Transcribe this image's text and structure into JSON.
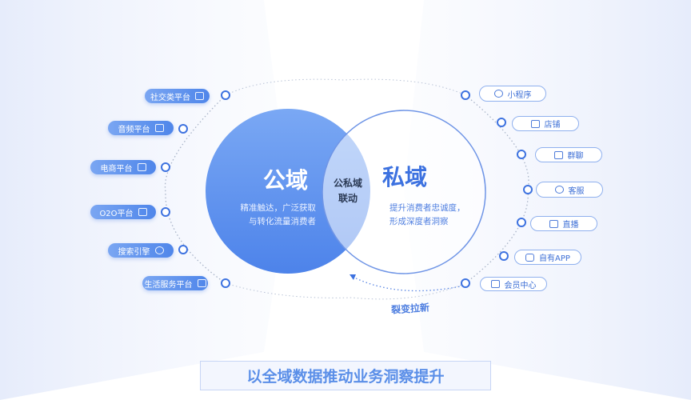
{
  "public": {
    "title": "公域",
    "desc_line1": "精准触达，广泛获取",
    "desc_line2": "与转化流量消费者"
  },
  "private": {
    "title": "私域",
    "desc_line1": "提升消费者忠诚度，",
    "desc_line2": "形成深度者洞察"
  },
  "overlap": {
    "line1": "公私域",
    "line2": "联动"
  },
  "fission_label": "裂变拉新",
  "banner": "以全域数据推动业务洞察提升",
  "public_channels": [
    {
      "label": "社交类平台",
      "icon": "chat-icon"
    },
    {
      "label": "音频平台",
      "icon": "radio-icon"
    },
    {
      "label": "电商平台",
      "icon": "shopping-bag-icon"
    },
    {
      "label": "O2O平台",
      "icon": "tablet-icon"
    },
    {
      "label": "搜索引擎",
      "icon": "search-icon"
    },
    {
      "label": "生活服务平台",
      "icon": "service-icon"
    }
  ],
  "private_channels": [
    {
      "label": "小程序",
      "icon": "mini-program-icon"
    },
    {
      "label": "店铺",
      "icon": "store-icon"
    },
    {
      "label": "群聊",
      "icon": "group-chat-icon"
    },
    {
      "label": "客服",
      "icon": "headset-icon"
    },
    {
      "label": "直播",
      "icon": "live-icon"
    },
    {
      "label": "自有APP",
      "icon": "app-icon"
    },
    {
      "label": "会员中心",
      "icon": "member-icon"
    }
  ],
  "colors": {
    "primary": "#4f86ea",
    "accent_text": "#3d6fd6",
    "banner_bg": "#f3f6fe"
  }
}
